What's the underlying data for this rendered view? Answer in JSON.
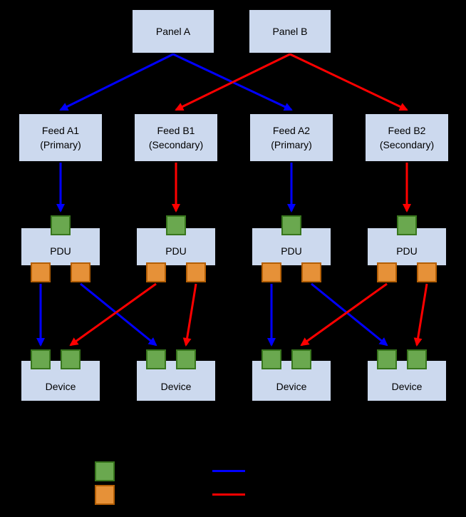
{
  "diagram": {
    "nodes": {
      "panels": [
        {
          "label": "Panel A"
        },
        {
          "label": "Panel B"
        }
      ],
      "feeds": [
        {
          "line1": "Feed A1",
          "line2": "(Primary)"
        },
        {
          "line1": "Feed B1",
          "line2": "(Secondary)"
        },
        {
          "line1": "Feed A2",
          "line2": "(Primary)"
        },
        {
          "line1": "Feed B2",
          "line2": "(Secondary)"
        }
      ],
      "pdus": [
        {
          "label": "PDU"
        },
        {
          "label": "PDU"
        },
        {
          "label": "PDU"
        },
        {
          "label": "PDU"
        }
      ],
      "devices": [
        {
          "label": "Device"
        },
        {
          "label": "Device"
        },
        {
          "label": "Device"
        },
        {
          "label": "Device"
        }
      ]
    },
    "edges": [
      {
        "from": "Panel A",
        "to": "Feed A1 (Primary)",
        "color": "blue"
      },
      {
        "from": "Panel A",
        "to": "Feed A2 (Primary)",
        "color": "blue"
      },
      {
        "from": "Panel B",
        "to": "Feed B1 (Secondary)",
        "color": "red"
      },
      {
        "from": "Panel B",
        "to": "Feed B2 (Secondary)",
        "color": "red"
      },
      {
        "from": "Feed A1 (Primary)",
        "to": "PDU 1 input port",
        "color": "blue"
      },
      {
        "from": "Feed B1 (Secondary)",
        "to": "PDU 2 input port",
        "color": "red"
      },
      {
        "from": "Feed A2 (Primary)",
        "to": "PDU 3 input port",
        "color": "blue"
      },
      {
        "from": "Feed B2 (Secondary)",
        "to": "PDU 4 input port",
        "color": "red"
      },
      {
        "from": "PDU 1 output left",
        "to": "Device 1 input left",
        "color": "blue"
      },
      {
        "from": "PDU 1 output right",
        "to": "Device 2 input left",
        "color": "blue"
      },
      {
        "from": "PDU 2 output left",
        "to": "Device 1 input right",
        "color": "red"
      },
      {
        "from": "PDU 2 output right",
        "to": "Device 2 input right",
        "color": "red"
      },
      {
        "from": "PDU 3 output left",
        "to": "Device 3 input left",
        "color": "blue"
      },
      {
        "from": "PDU 3 output right",
        "to": "Device 4 input left",
        "color": "blue"
      },
      {
        "from": "PDU 4 output left",
        "to": "Device 3 input right",
        "color": "red"
      },
      {
        "from": "PDU 4 output right",
        "to": "Device 4 input right",
        "color": "red"
      }
    ],
    "colors": {
      "background": "#000000",
      "node_fill": "#ccd9ee",
      "node_text": "#000000",
      "port_green": "#6aa84f",
      "port_green_border": "#38761d",
      "port_orange": "#e69138",
      "port_orange_border": "#b45f06",
      "arrow_blue": "#0000ff",
      "arrow_red": "#ff0000"
    },
    "legend": {
      "swatches": [
        {
          "name": "green-port-swatch",
          "color": "#6aa84f"
        },
        {
          "name": "orange-port-swatch",
          "color": "#e69138"
        },
        {
          "name": "blue-line-swatch",
          "color": "#0000ff"
        },
        {
          "name": "red-line-swatch",
          "color": "#ff0000"
        }
      ]
    }
  }
}
